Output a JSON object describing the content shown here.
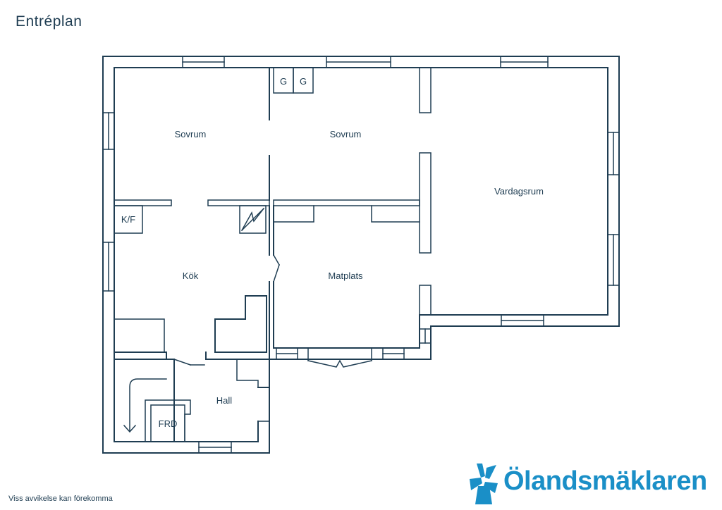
{
  "title": "Entréplan",
  "disclaimer": "Viss avvikelse kan förekomma",
  "brand": {
    "name": "Ölandsmäklaren",
    "color": "#1a8fc7",
    "logo_icon": "windmill-icon"
  },
  "colors": {
    "line": "#1f3d52"
  },
  "rooms": {
    "sovrum_1": "Sovrum",
    "sovrum_2": "Sovrum",
    "vardagsrum": "Vardagsrum",
    "kok": "Kök",
    "matplats": "Matplats",
    "hall": "Hall",
    "frd": "FRD",
    "kf": "K/F",
    "g1": "G",
    "g2": "G"
  }
}
